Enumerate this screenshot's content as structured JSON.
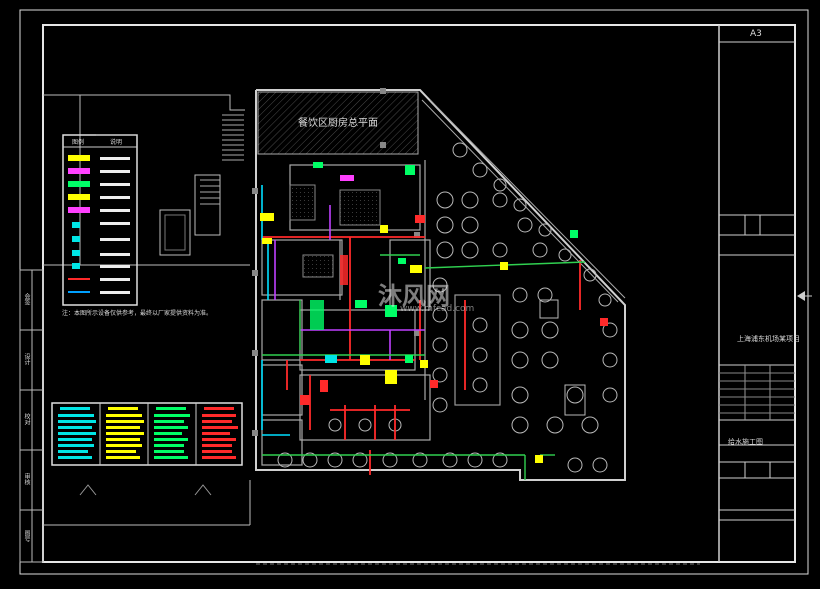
{
  "sheet": {
    "size_label": "A3",
    "plan_title": "餐饮区厨房总平面",
    "project_name": "上海浦东机场某项目",
    "drawing_name": "给水施工图",
    "note": "注：本图所示设备仅供参考，最终以厂家提供资料为准。",
    "left_strip_labels": [
      "会签",
      "设计",
      "校对",
      "审核",
      "图号"
    ]
  },
  "legend": {
    "header": [
      "图例",
      "说明"
    ]
  },
  "watermark": {
    "brand": "沐风网",
    "url": "www.mfcad.com"
  },
  "colors": {
    "frame": "#e6e6e6",
    "wall": "#cfcfcf",
    "cold_water": "#ff2a2a",
    "hot_water": "#00e0ff",
    "drain": "#c040ff",
    "gas": "#00ff66",
    "equipment": "#ffff00",
    "cyan": "#00e5e5",
    "green_pipe": "#30d050"
  }
}
